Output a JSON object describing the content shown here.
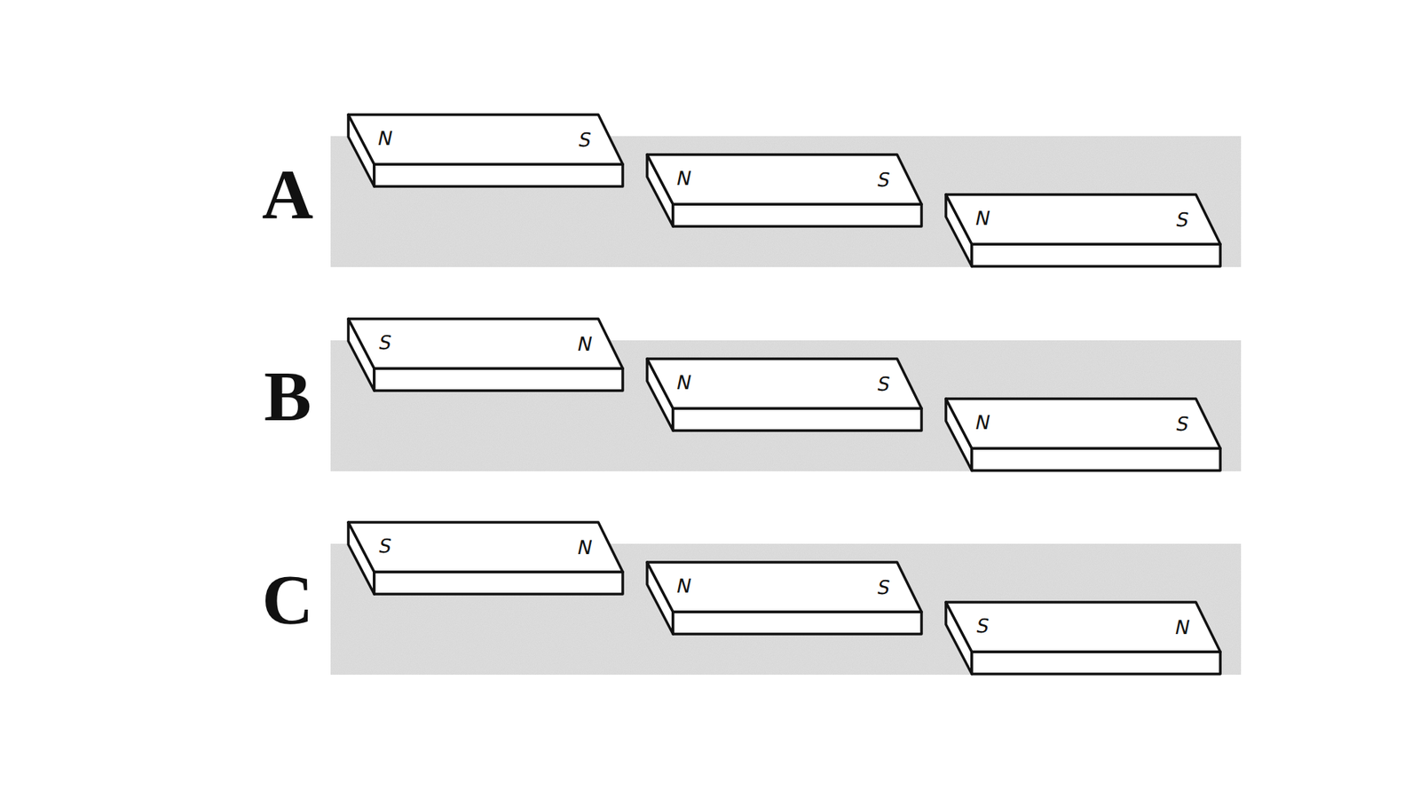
{
  "diagram": {
    "nodes": [
      {
        "text": [
          "N",
          "S"
        ]
      },
      {
        "text": [
          "N",
          "S"
        ]
      },
      {
        "text": [
          "N",
          "S"
        ]
      },
      {
        "text": [
          "S",
          "N"
        ]
      },
      {
        "text": [
          "N",
          "S"
        ]
      },
      {
        "text": [
          "N",
          "S"
        ]
      },
      {
        "text": [
          "S",
          "N"
        ]
      },
      {
        "text": [
          "N",
          "S"
        ]
      },
      {
        "text": [
          "S",
          "N"
        ]
      }
    ],
    "labels": [
      "A",
      "B",
      "C"
    ]
  }
}
